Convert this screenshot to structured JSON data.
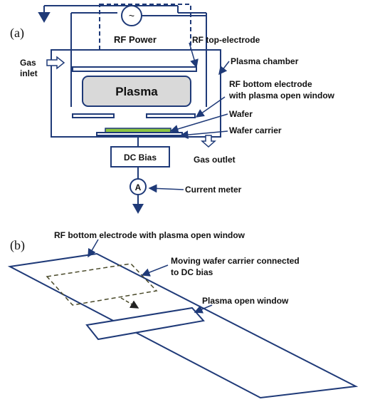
{
  "panel_a": {
    "panel_label": "(a)",
    "rf_power_label": "RF Power",
    "source_symbol": "~",
    "plasma_label": "Plasma",
    "dc_bias_label": "DC Bias",
    "ammeter_symbol": "A",
    "gas_inlet_line1": "Gas",
    "gas_inlet_line2": "inlet",
    "gas_outlet_label": "Gas outlet",
    "rf_top_electrode_label": "RF top-electrode",
    "plasma_chamber_label": "Plasma chamber",
    "rf_bottom_electrode_line1": "RF bottom electrode",
    "rf_bottom_electrode_line2": "with plasma open window",
    "wafer_label": "Wafer",
    "wafer_carrier_label": "Wafer carrier",
    "current_meter_label": "Current meter"
  },
  "panel_b": {
    "panel_label": "(b)",
    "electrode_label": "RF bottom electrode with plasma open window",
    "carrier_line1": "Moving wafer carrier connected",
    "carrier_line2": "to DC bias",
    "window_label": "Plasma open  window"
  },
  "colors": {
    "line": "#1f3a78",
    "wafer_fill": "#8bc43f",
    "dashed_carrier": "#4a4a2a",
    "text": "#111111"
  }
}
